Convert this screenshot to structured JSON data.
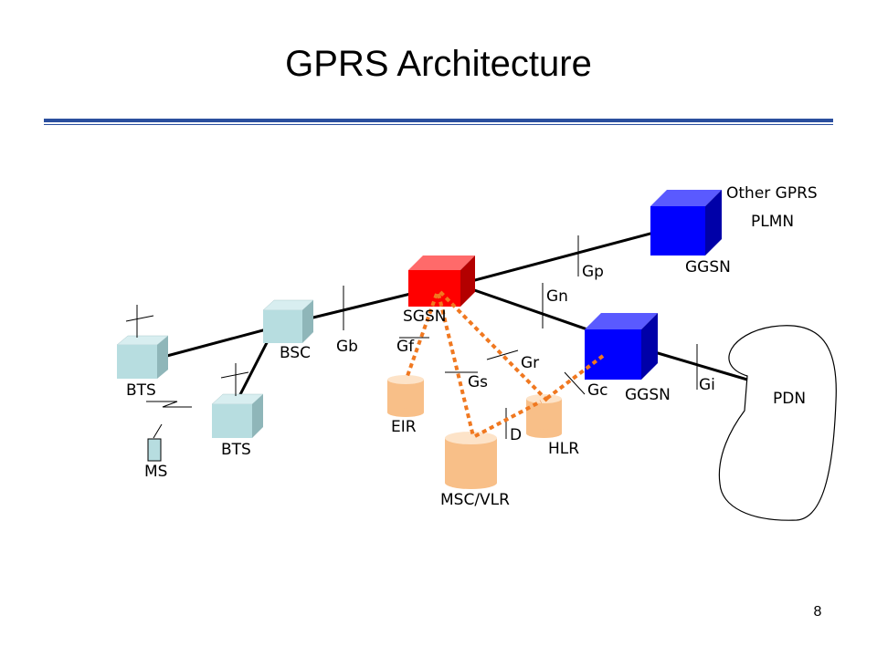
{
  "slide": {
    "title": "GPRS Architecture",
    "page_number": "8"
  },
  "colors": {
    "sgsn": "#ff0000",
    "ggsn": "#0000ff",
    "bts_bsc": "#b7dde0",
    "database": "#f8bf88",
    "signaling_link": "#f07820",
    "title_rule": "#2b4f9e"
  },
  "nodes": {
    "bts_1": "BTS",
    "bts_2": "BTS",
    "bsc": "BSC",
    "ms": "MS",
    "sgsn": "SGSN",
    "ggsn_external": "GGSN",
    "ggsn_pdn": "GGSN",
    "other_plmn_line1": "Other GPRS",
    "other_plmn_line2": "PLMN",
    "pdn": "PDN",
    "eir": "EIR",
    "msc_vlr": "MSC/VLR",
    "hlr": "HLR"
  },
  "interfaces": {
    "gb": "Gb",
    "gf": "Gf",
    "gs": "Gs",
    "gr": "Gr",
    "gn": "Gn",
    "gp": "Gp",
    "gc": "Gc",
    "gi": "Gi",
    "d": "D"
  }
}
